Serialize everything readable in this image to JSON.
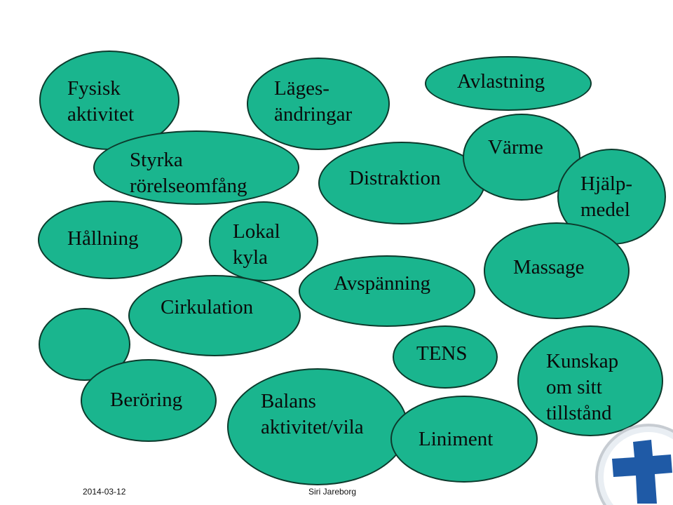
{
  "colors": {
    "bubble": "#1ab58e",
    "outline": "#0c3a2c",
    "logo_blue": "#1f5aa6"
  },
  "bubbles": [
    {
      "id": "fysisk-aktivitet",
      "lines": [
        "Fysisk",
        "aktivitet"
      ]
    },
    {
      "id": "lagesandringar",
      "lines": [
        "Läges-",
        "ändringar"
      ]
    },
    {
      "id": "avlastning",
      "lines": [
        "Avlastning"
      ]
    },
    {
      "id": "styrka",
      "lines": [
        "Styrka",
        "rörelseomfång"
      ]
    },
    {
      "id": "distraktion",
      "lines": [
        "Distraktion"
      ]
    },
    {
      "id": "varme",
      "lines": [
        "Värme"
      ]
    },
    {
      "id": "hjalpmedel",
      "lines": [
        "Hjälp-",
        "medel"
      ]
    },
    {
      "id": "hallning",
      "lines": [
        "Hållning"
      ]
    },
    {
      "id": "lokal-kyla",
      "lines": [
        "Lokal",
        "kyla"
      ]
    },
    {
      "id": "avspanning",
      "lines": [
        "Avspänning"
      ]
    },
    {
      "id": "massage",
      "lines": [
        "Massage"
      ]
    },
    {
      "id": "cirkulation",
      "lines": [
        "Cirkulation"
      ]
    },
    {
      "id": "empty",
      "lines": []
    },
    {
      "id": "tens",
      "lines": [
        "TENS"
      ]
    },
    {
      "id": "kunskap",
      "lines": [
        "Kunskap",
        "om sitt",
        "tillstånd"
      ]
    },
    {
      "id": "beroring",
      "lines": [
        "Beröring"
      ]
    },
    {
      "id": "balans",
      "lines": [
        "Balans",
        "aktivitet/vila"
      ]
    },
    {
      "id": "liniment",
      "lines": [
        "Liniment"
      ]
    }
  ],
  "footer": {
    "date": "2014-03-12",
    "author": "Siri Jareborg"
  },
  "logo": {
    "icon": "blue-cross-logo"
  }
}
